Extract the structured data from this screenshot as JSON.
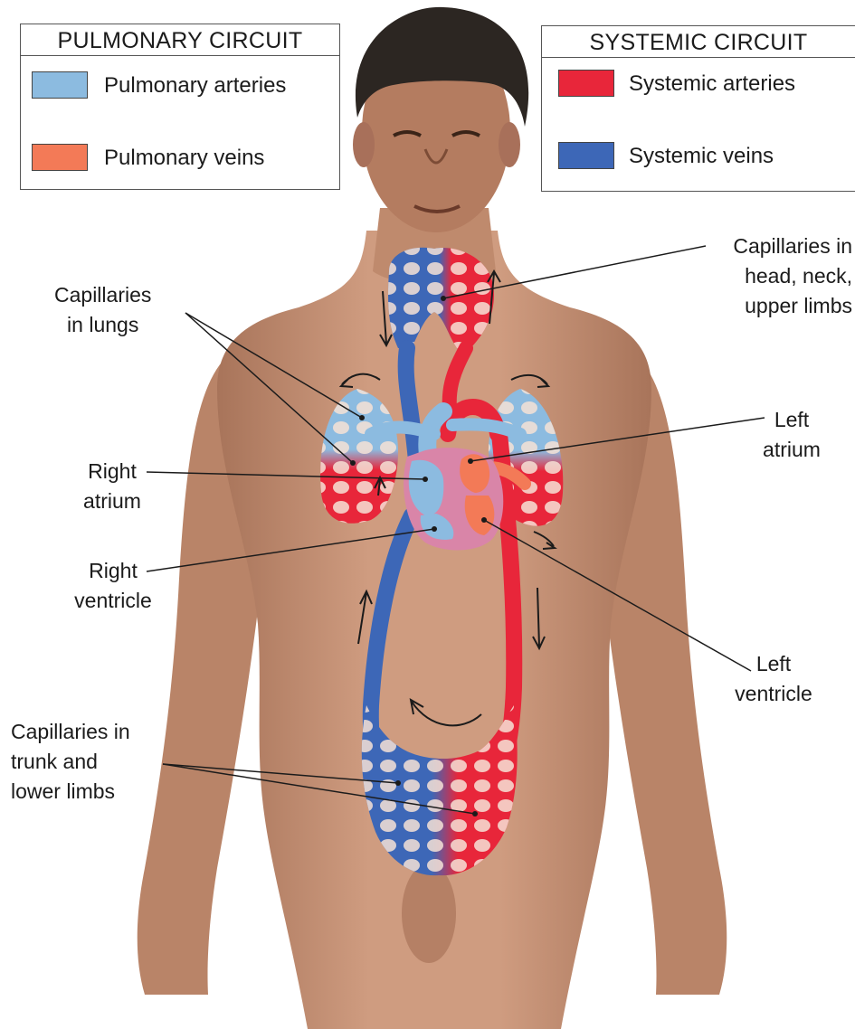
{
  "legend_pulmonary": {
    "title": "PULMONARY CIRCUIT",
    "items": [
      {
        "label": "Pulmonary arteries",
        "color": "#8cbbe0"
      },
      {
        "label": "Pulmonary veins",
        "color": "#f37a57"
      }
    ]
  },
  "legend_systemic": {
    "title": "SYSTEMIC CIRCUIT",
    "items": [
      {
        "label": "Systemic arteries",
        "color": "#e8263a"
      },
      {
        "label": "Systemic veins",
        "color": "#3d67b7"
      }
    ]
  },
  "callouts": {
    "capillaries_lungs": "Capillaries\nin lungs",
    "capillaries_head": "Capillaries in\nhead, neck,\nupper limbs",
    "right_atrium": "Right\natrium",
    "left_atrium": "Left\natrium",
    "right_ventricle": "Right\nventricle",
    "left_ventricle": "Left\nventricle",
    "capillaries_trunk": "Capillaries in\ntrunk and\nlower limbs"
  },
  "colors": {
    "skin": "#c89578",
    "skin_shadow": "#9c6a50",
    "hair": "#2c2622",
    "pulmonary_artery": "#8cbbe0",
    "pulmonary_vein": "#f37a57",
    "systemic_artery": "#e8263a",
    "systemic_vein": "#3d67b7",
    "heart_wall": "#d985a8"
  }
}
